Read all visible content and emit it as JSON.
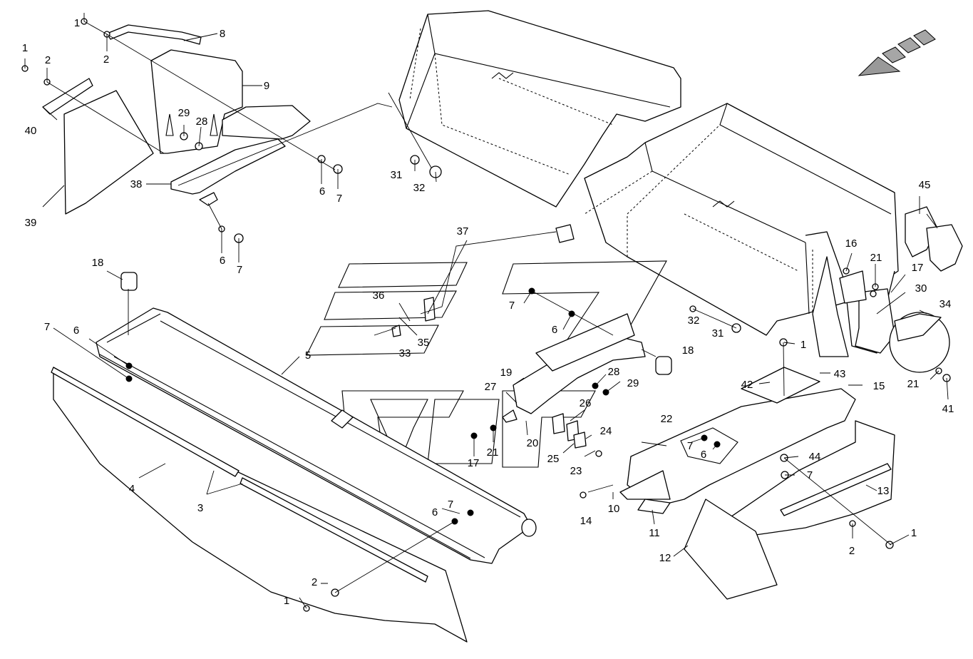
{
  "diagram": {
    "callouts": [
      {
        "label": "1"
      },
      {
        "label": "2"
      },
      {
        "label": "8"
      },
      {
        "label": "1"
      },
      {
        "label": "2"
      },
      {
        "label": "9"
      },
      {
        "label": "40"
      },
      {
        "label": "29"
      },
      {
        "label": "28"
      },
      {
        "label": "38"
      },
      {
        "label": "39"
      },
      {
        "label": "6"
      },
      {
        "label": "7"
      },
      {
        "label": "6"
      },
      {
        "label": "7"
      },
      {
        "label": "31"
      },
      {
        "label": "32"
      },
      {
        "label": "37"
      },
      {
        "label": "18"
      },
      {
        "label": "36"
      },
      {
        "label": "35"
      },
      {
        "label": "33"
      },
      {
        "label": "7"
      },
      {
        "label": "6"
      },
      {
        "label": "5"
      },
      {
        "label": "7"
      },
      {
        "label": "6"
      },
      {
        "label": "18"
      },
      {
        "label": "19"
      },
      {
        "label": "28"
      },
      {
        "label": "29"
      },
      {
        "label": "27"
      },
      {
        "label": "26"
      },
      {
        "label": "24"
      },
      {
        "label": "17"
      },
      {
        "label": "21"
      },
      {
        "label": "20"
      },
      {
        "label": "25"
      },
      {
        "label": "23"
      },
      {
        "label": "4"
      },
      {
        "label": "3"
      },
      {
        "label": "7"
      },
      {
        "label": "6"
      },
      {
        "label": "2"
      },
      {
        "label": "1"
      },
      {
        "label": "45"
      },
      {
        "label": "16"
      },
      {
        "label": "21"
      },
      {
        "label": "17"
      },
      {
        "label": "30"
      },
      {
        "label": "34"
      },
      {
        "label": "32"
      },
      {
        "label": "31"
      },
      {
        "label": "1"
      },
      {
        "label": "43"
      },
      {
        "label": "42"
      },
      {
        "label": "15"
      },
      {
        "label": "21"
      },
      {
        "label": "41"
      },
      {
        "label": "22"
      },
      {
        "label": "7"
      },
      {
        "label": "6"
      },
      {
        "label": "44"
      },
      {
        "label": "7"
      },
      {
        "label": "13"
      },
      {
        "label": "14"
      },
      {
        "label": "10"
      },
      {
        "label": "11"
      },
      {
        "label": "12"
      },
      {
        "label": "2"
      },
      {
        "label": "1"
      }
    ]
  }
}
